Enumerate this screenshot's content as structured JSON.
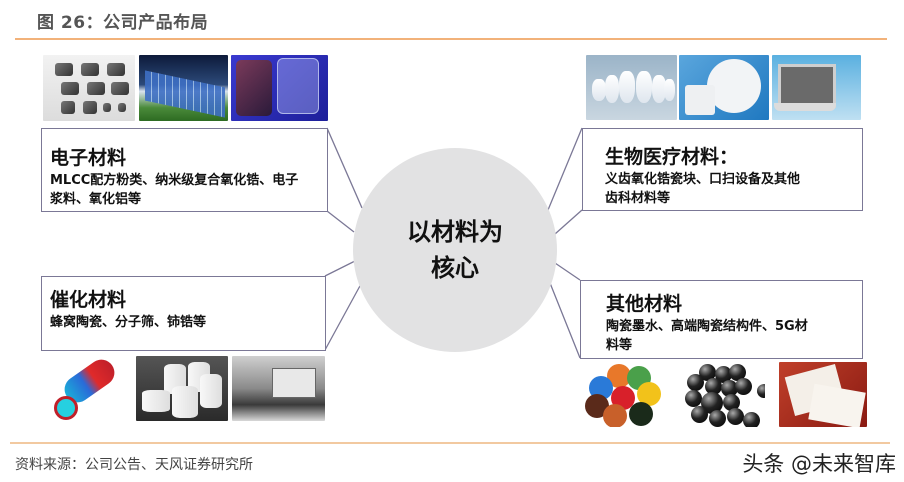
{
  "header": {
    "title": "图 26：公司产品布局"
  },
  "center": {
    "line1": "以材料为",
    "line2": "核心"
  },
  "categories": [
    {
      "position": "left-top",
      "title": "电子材料",
      "desc_line1": "MLCC配方粉类、纳米级复合氧化锆、电子",
      "desc_line2": "浆料、氧化铝等",
      "images": [
        "mlcc-chips-image",
        "solar-panels-image",
        "phone-glass-back-image"
      ]
    },
    {
      "position": "left-bottom",
      "title": "催化材料",
      "desc_line1": "蜂窝陶瓷、分子筛、铈锆等",
      "desc_line2": "",
      "images": [
        "catalytic-converter-diagram-image",
        "honeycomb-ceramics-image",
        "bus-exhaust-image"
      ]
    },
    {
      "position": "right-top",
      "title": "生物医疗材料：",
      "desc_line1": "义齿氧化锆瓷块、口扫设备及其他",
      "desc_line2": "齿科材料等",
      "images": [
        "dental-veneers-image",
        "zirconia-block-image",
        "intraoral-scanner-laptop-image"
      ]
    },
    {
      "position": "right-bottom",
      "title": "其他材料",
      "desc_line1": "陶瓷墨水、高端陶瓷结构件、5G材",
      "desc_line2": "料等",
      "images": [
        "color-pigments-image",
        "ceramic-balls-image",
        "ceramic-ink-prints-image"
      ]
    }
  ],
  "footer": {
    "source": "资料来源：公司公告、天风证券研究所",
    "watermark": "头条 @未来智库"
  },
  "colors": {
    "rule": "#f2b27a",
    "box_border": "#7b7896",
    "circle_fill": "#e2e2e3"
  }
}
